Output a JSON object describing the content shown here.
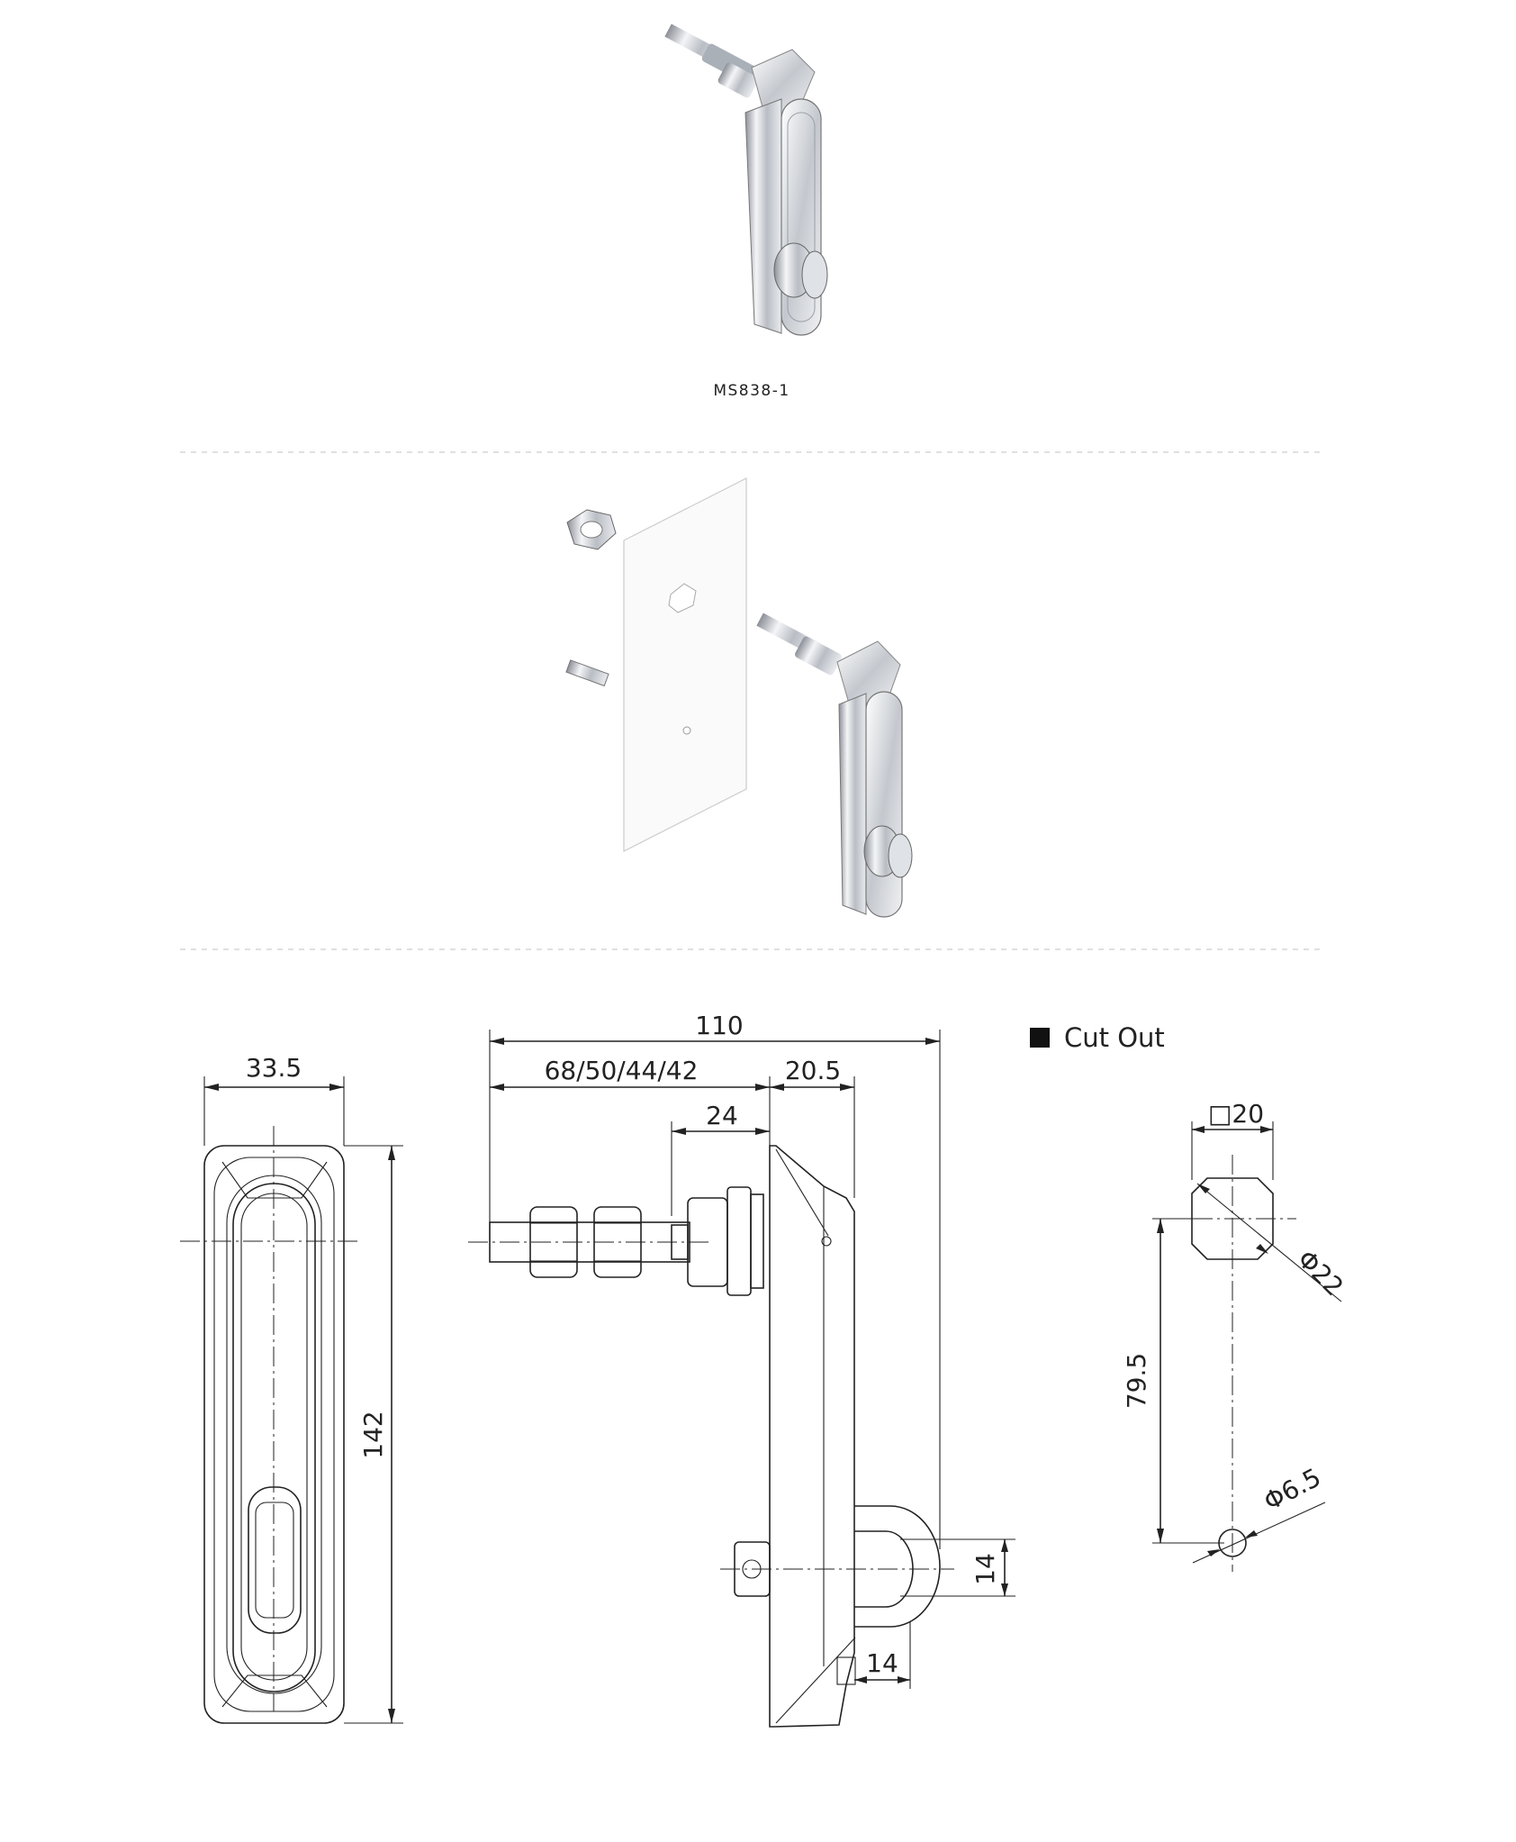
{
  "product": {
    "model_label": "MS838-1"
  },
  "front_view": {
    "width_dim": "33.5",
    "height_dim": "142"
  },
  "side_view": {
    "overall_dim": "110",
    "stud_length_dim": "68/50/44/42",
    "handle_depth_dim": "20.5",
    "nut_dim": "24",
    "cam_height_dim": "14",
    "cam_width_dim": "14"
  },
  "cut_out": {
    "title": "Cut Out",
    "square_dim": "□20",
    "diameter_large": "Φ22",
    "spacing_dim": "79.5",
    "diameter_small": "Φ6.5"
  },
  "colors": {
    "line": "#222222",
    "separator": "#d6d6d6",
    "chrome": "#c8ccd2"
  }
}
